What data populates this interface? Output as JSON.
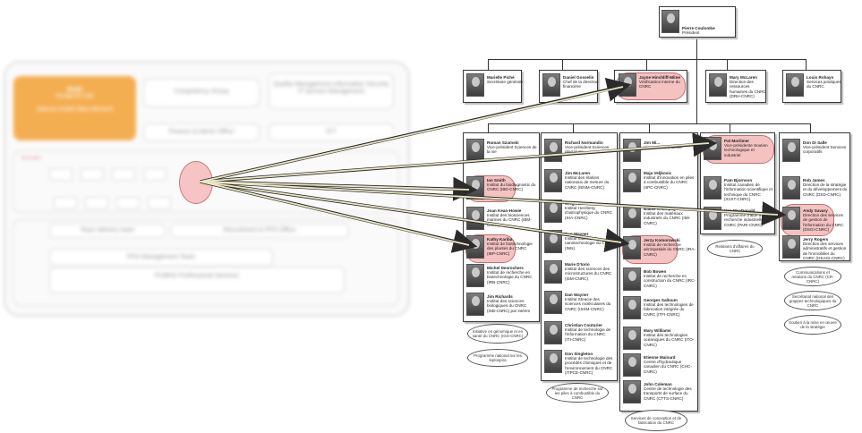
{
  "president": {
    "name": "Pierre Coulombe",
    "title": "Président"
  },
  "top_row": [
    {
      "name": "Marielle Piché",
      "title": "Secrétaire générale"
    },
    {
      "name": "Daniel Gosselin",
      "title": "Chef de la direction financière"
    },
    {
      "name": "Jayne Hinchliff-Milne",
      "title": "Vérificatrice interne du CNRC"
    },
    {
      "name": "Mary McLaren",
      "title": "Direction des ressources humaines du CNRC (DRH-CNRC)"
    },
    {
      "name": "Louis Rohays",
      "title": "Services juridiques du CNRC"
    }
  ],
  "vp_columns": [
    {
      "head": {
        "name": "Roman Szumski",
        "title": "Vice-président Sciences de la vie"
      },
      "members": [
        {
          "name": "Ian Smith",
          "title": "Institut du biodiagnostic du CNRC (IBD-CNRC)"
        },
        {
          "name": "Joan Kean-Howie",
          "title": "Institut des biosciences marines du CNRC (IBM-CNRC)"
        },
        {
          "name": "Kathy Kariba",
          "title": "Institut de biotechnologie des plantes du CNRC (IBP-CNRC)"
        },
        {
          "name": "Michel Desrochers",
          "title": "Institut de recherche en biotechnologie du CNRC (IRB-CNRC)"
        },
        {
          "name": "Jim Richards",
          "title": "Institut des sciences biologiques du CNRC (ISB-CNRC) par intérim"
        }
      ],
      "ovals": [
        "Initiative en génomique et en santé du CNRC (IGS-CNRC)",
        "Programme national sur les leptospira"
      ]
    },
    {
      "head": {
        "name": "Richard Normandin",
        "title": "Vice-président Sciences physiques"
      },
      "members": [
        {
          "name": "Jim McLaren",
          "title": "Institut des étalons nationaux de mesure du CNRC (IENM-CNRC)"
        },
        {
          "name": "Greg Fahlman",
          "title": "Institut Herzberg d'astrophysique du CNRC (IHA-CNRC)"
        },
        {
          "name": "Dan Wayner",
          "title": "Institut national de nanotechnologie du CNRC (INN)"
        },
        {
          "name": "Marie D'Iorio",
          "title": "Institut des sciences des microstructures du CNRC (ISM-CNRC)"
        },
        {
          "name": "Dan Wayner",
          "title": "Institut Steacie des sciences moléculaires du CNRC (ISSM-CNRC)"
        },
        {
          "name": "Christian Couturier",
          "title": "Institut de technologie de l'information du CNRC (ITI-CNRC)"
        },
        {
          "name": "Don Singleton",
          "title": "Institut de technologie des procédés chimiques et de l'environnement du CNRC (ITPCE-CNRC)"
        }
      ],
      "ovals": [
        "Programme de recherche sur les piles à combustible du CNRC"
      ]
    },
    {
      "head": {
        "name": "Jim Mi...",
        "title": "Vice-président Génie"
      },
      "members": [
        {
          "name": "Maja Veljkovic",
          "title": "Institut d'innovation en piles à combustible du CNRC (IIPC-CNRC)"
        },
        {
          "name": "Blaise Champagne",
          "title": "Institut des matériaux industriels du CNRC (IMI-CNRC)"
        },
        {
          "name": "Jerzy Komorowski",
          "title": "Institut de recherche aérospatiale du CNRC (IRA-CNRC)"
        },
        {
          "name": "Bob Bowen",
          "title": "Institut de recherche en construction du CNRC (IRC-CNRC)"
        },
        {
          "name": "Georges Salloum",
          "title": "Institut des technologies de fabrication intégrée du CNRC (ITFI-CNRC)"
        },
        {
          "name": "Mary Williams",
          "title": "Institut des technologies océaniques du CNRC (ITO-CNRC)"
        },
        {
          "name": "Etienne Mainard",
          "title": "Centre d'hydraulique canadien du CNRC (CHC-CNRC)"
        },
        {
          "name": "John Coleman",
          "title": "Centre de technologie des transports de surface du CNRC (CTTS-CNRC)"
        }
      ],
      "ovals": [
        "Services de conception et de fabrication du CNRC"
      ]
    },
    {
      "head": {
        "name": "Pat Mortimer",
        "title": "Vice-présidente Soutien technologique et industriel"
      },
      "members": [
        {
          "name": "Pam Bjornson",
          "title": "Institut canadien de l'information scientifique et technique du CNRC (ICIST-CNRC)"
        },
        {
          "name": "Ken MacDonald",
          "title": "Programme d'aide à la recherche industrielle du CNRC (PARI-CNRC)"
        }
      ],
      "ovals": [
        "Relations d'affaires du CNRC"
      ]
    },
    {
      "head": {
        "name": "Don Di Salle",
        "title": "Vice-président Services corporatifs"
      },
      "members": [
        {
          "name": "Rob James",
          "title": "Direction de la stratégie et du développement du CNRC (DSD-CNRC)"
        },
        {
          "name": "Andy Savary",
          "title": "Direction des services de gestion de l'information du CNRC (DSGI-CNRC)"
        },
        {
          "name": "Jerry Rogers",
          "title": "Direction des services administratifs et gestion de l'immobilier du CNRC (DSAGI-CNRC)"
        }
      ],
      "ovals": [
        "Communications et relations du CNRC (CR-CNRC)",
        "Secrétariat national des grappes technologiques du CNRC",
        "Soutien à la mise en œuvre de la stratégie"
      ]
    }
  ],
  "left_panel": {
    "orange_title": "Node",
    "orange_sub": "Assigned role",
    "orange_line": "Stanza model data element",
    "box1": "Competency Group",
    "box2": "Quality Management Information Security IT Service Management",
    "box3": "Finance & Admin Office",
    "box4": "ICT",
    "row_label": "Executive",
    "box5": "Recruitment & PFO Office",
    "box6": "PFO Management Team",
    "box7": "PUBKO Professional Services",
    "label_left": "Team delivery team"
  },
  "colors": {
    "highlight": "#f5c2c2",
    "highlight_border": "#c07070",
    "orange": "#f3a640",
    "arrow": "#2b2b2b"
  }
}
